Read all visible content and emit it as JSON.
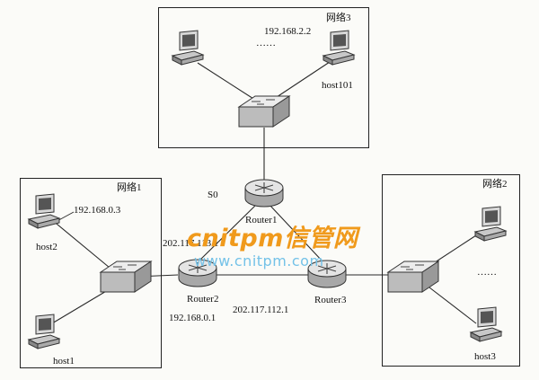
{
  "networks": {
    "net1": {
      "title": "网络1"
    },
    "net2": {
      "title": "网络2"
    },
    "net3": {
      "title": "网络3"
    }
  },
  "hosts": {
    "host101": "host101",
    "host2": "host2",
    "host1": "host1",
    "host3": "host3"
  },
  "routers": {
    "router1": "Router1",
    "router2": "Router2",
    "router3": "Router3"
  },
  "addresses": {
    "ip_192_168_2_2": "192.168.2.2",
    "ip_192_168_0_3": "192.168.0.3",
    "ip_202_117_113_1": "202.117.113.1",
    "ip_192_168_0_1": "192.168.0.1",
    "ip_202_117_112_1": "202.117.112.1"
  },
  "interfaces": {
    "s0": "S0"
  },
  "ellipsis": {
    "net3": "……",
    "net2": "……"
  },
  "watermark": {
    "brand": "cnitpm信管网",
    "url": "www.cnitpm.com"
  },
  "colors": {
    "watermark_orange": "#f09a1c",
    "watermark_blue": "#74c2e8"
  }
}
